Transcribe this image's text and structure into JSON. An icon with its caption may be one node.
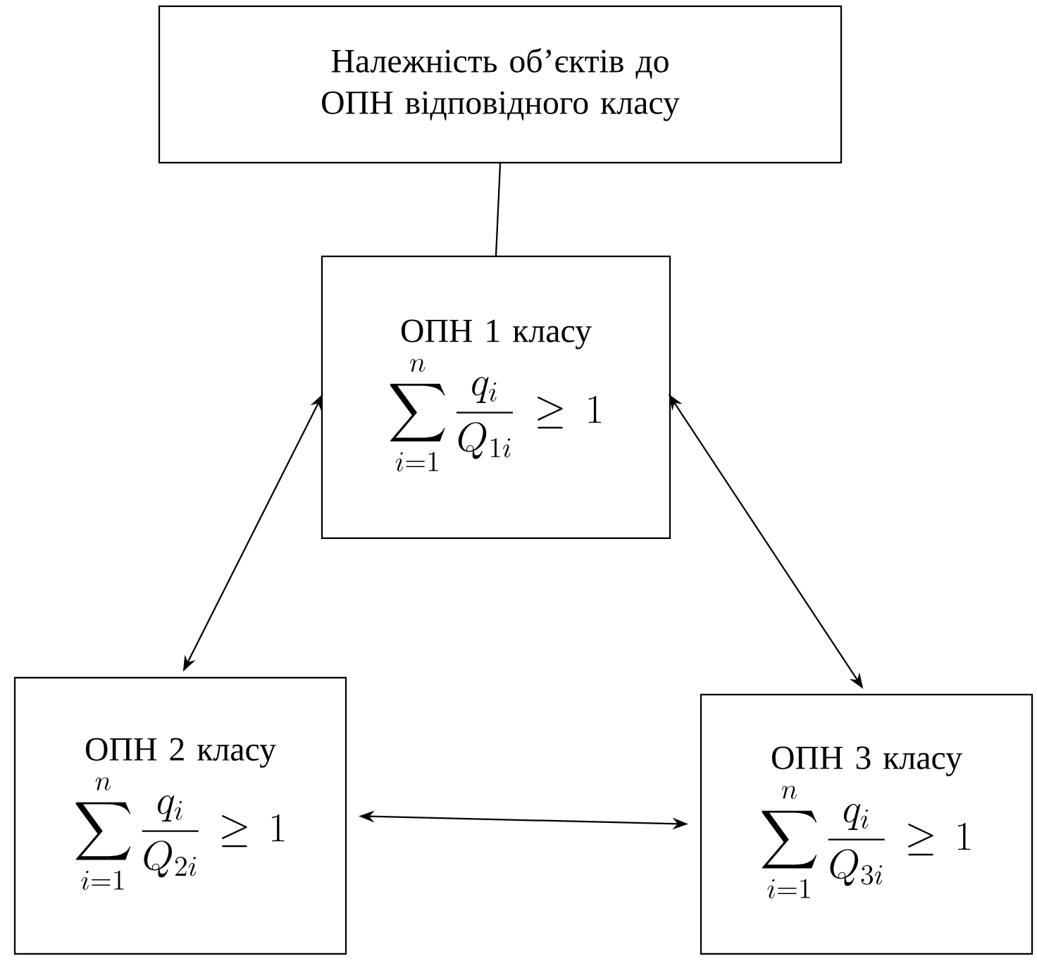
{
  "diagram": {
    "nodes": [
      {
        "text": [
          "Належність об’єктів до ОПН відповідного класу"
        ]
      },
      {
        "text": [
          "ОПН 1 класу",
          "\\sum_{i=1}^{n}\\frac{q_i}{Q_{1i}} \\geq 1"
        ]
      },
      {
        "text": [
          "ОПН 2 класу",
          "\\sum_{i=1}^{n}\\frac{q_i}{Q_{2i}} \\geq 1"
        ]
      },
      {
        "text": [
          "ОПН 3 класу",
          "\\sum_{i=1}^{n}\\frac{q_i}{Q_{3i}} \\geq 1"
        ]
      }
    ],
    "edges": [
      {
        "from": 0,
        "to": 1,
        "arrow": "none"
      },
      {
        "from": 1,
        "to": 2,
        "arrow": "both"
      },
      {
        "from": 1,
        "to": 3,
        "arrow": "both"
      },
      {
        "from": 2,
        "to": 3,
        "arrow": "both"
      }
    ]
  }
}
